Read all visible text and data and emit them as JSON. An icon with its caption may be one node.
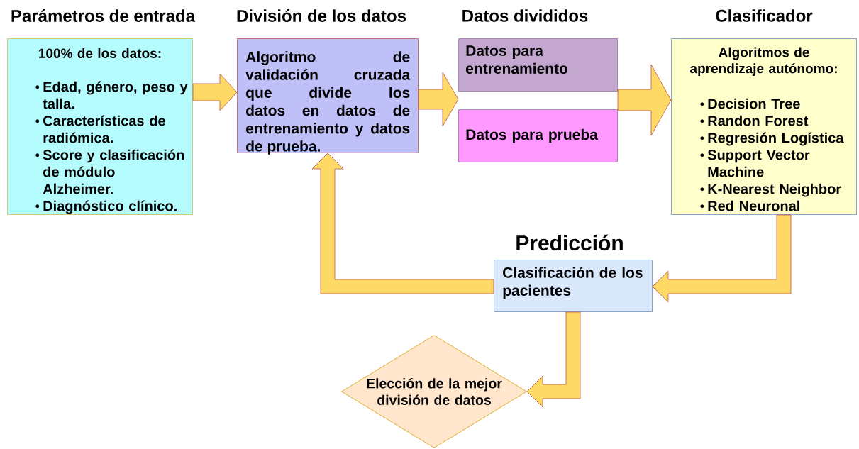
{
  "diagram": {
    "nodes": [
      {
        "text": [
          "Parámetros de entrada",
          "100% de los datos:",
          "Edad, género, peso y talla.",
          "Características de radiómica.",
          "Score y clasificación de módulo Alzheimer.",
          "Diagnóstico clínico."
        ]
      },
      {
        "text": [
          "División de los datos",
          "Algoritmo de validación cruzada que divide los datos en datos de entrenamiento y datos de prueba."
        ]
      },
      {
        "text": [
          "Datos para entrenamiento"
        ]
      },
      {
        "text": [
          "Datos para prueba"
        ]
      },
      {
        "text": [
          "Clasificador",
          "Algoritmos de aprendizaje autónomo:",
          "Decision Tree",
          "Randon Forest",
          "Regresión Logística",
          "Support Vector Machine",
          "K-Nearest Neighbor",
          "Red Neuronal"
        ]
      },
      {
        "text": [
          "Predicción",
          "Clasificación de los pacientes"
        ]
      },
      {
        "text": [
          "Elección de la mejor división de datos"
        ]
      }
    ],
    "edges": [
      {
        "from": 0,
        "to": 1,
        "arrow": "to"
      },
      {
        "from": 1,
        "to": 2,
        "arrow": "to"
      },
      {
        "from": 1,
        "to": 3,
        "arrow": "to"
      },
      {
        "from": 2,
        "to": 4,
        "arrow": "to"
      },
      {
        "from": 3,
        "to": 4,
        "arrow": "to"
      },
      {
        "from": 4,
        "to": 5,
        "arrow": "to"
      },
      {
        "from": 5,
        "to": 1,
        "arrow": "to"
      },
      {
        "from": 5,
        "to": 6,
        "arrow": "to"
      }
    ],
    "labels": [
      "Datos divididos"
    ]
  }
}
